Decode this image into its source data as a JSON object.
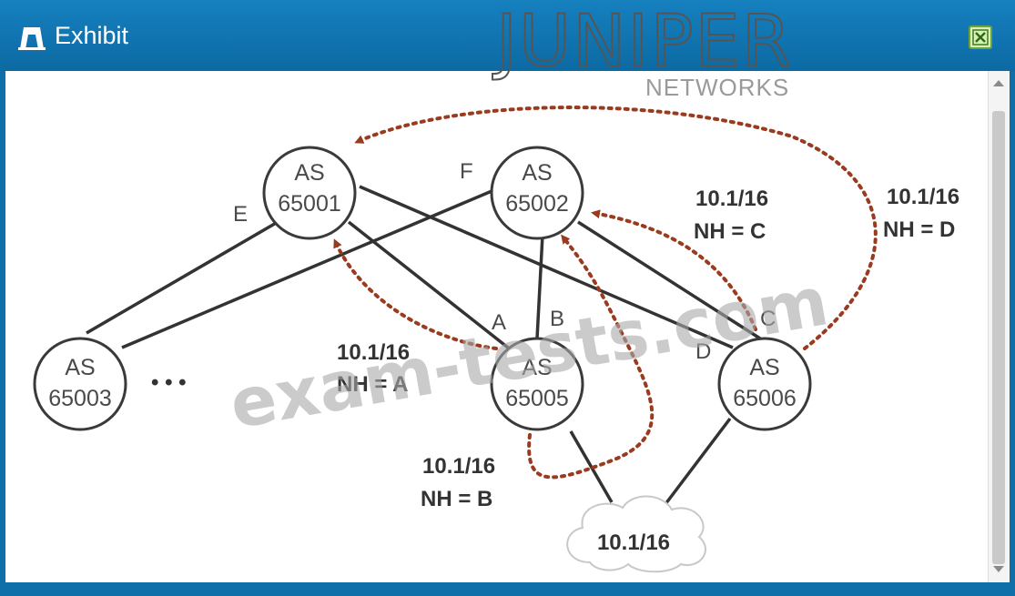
{
  "window": {
    "title": "Exhibit",
    "accent": "#0f6fa8",
    "close_icon": "close-icon"
  },
  "logo": {
    "brand": "JUNIPER",
    "sub": "NETWORKS"
  },
  "watermark": "exam-tests.com",
  "nodes": [
    {
      "id": "as65001",
      "line1": "AS",
      "line2": "65001"
    },
    {
      "id": "as65002",
      "line1": "AS",
      "line2": "65002"
    },
    {
      "id": "as65003",
      "line1": "AS",
      "line2": "65003"
    },
    {
      "id": "as65005",
      "line1": "AS",
      "line2": "65005"
    },
    {
      "id": "as65006",
      "line1": "AS",
      "line2": "65006"
    }
  ],
  "interfaces": {
    "e": "E",
    "f": "F",
    "a": "A",
    "b": "B",
    "c": "C",
    "d": "D"
  },
  "ellipsis": "• • •",
  "cloud_label": "10.1/16",
  "advertisements": [
    {
      "prefix": "10.1/16",
      "nh": "NH = A"
    },
    {
      "prefix": "10.1/16",
      "nh": "NH = B"
    },
    {
      "prefix": "10.1/16",
      "nh": "NH = C"
    },
    {
      "prefix": "10.1/16",
      "nh": "NH = D"
    }
  ],
  "colors": {
    "link": "#333333",
    "arrow": "#9a3a1e",
    "node_stroke": "#3a3a3a"
  }
}
